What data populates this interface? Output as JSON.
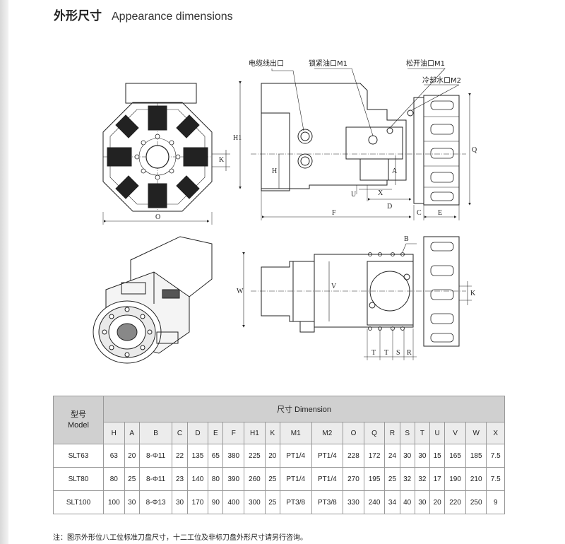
{
  "header": {
    "title_cn": "外形尺寸",
    "title_en": "Appearance dimensions"
  },
  "callouts": {
    "cable_outlet": "电缆线出口",
    "lock_oil": "锁紧油口M1",
    "unlock_oil": "松开油口M1",
    "coolant": "冷却水口M2"
  },
  "dim_labels": {
    "H1": "H1",
    "K": "K",
    "O": "O",
    "H": "H",
    "A": "A",
    "U": "U",
    "X": "X",
    "D": "D",
    "F": "F",
    "C": "C",
    "E": "E",
    "Q": "Q",
    "B": "B",
    "W": "W",
    "V": "V",
    "T1": "T",
    "T2": "T",
    "S": "S",
    "R": "R",
    "K2": "K"
  },
  "table": {
    "model_header_cn": "型号",
    "model_header_en": "Model",
    "dim_header": "尺寸 Dimension",
    "columns": [
      "H",
      "A",
      "B",
      "C",
      "D",
      "E",
      "F",
      "H1",
      "K",
      "M1",
      "M2",
      "O",
      "Q",
      "R",
      "S",
      "T",
      "U",
      "V",
      "W",
      "X"
    ],
    "rows": [
      {
        "model": "SLT63",
        "values": [
          "63",
          "20",
          "8-Φ11",
          "22",
          "135",
          "65",
          "380",
          "225",
          "20",
          "PT1/4",
          "PT1/4",
          "228",
          "172",
          "24",
          "30",
          "30",
          "15",
          "165",
          "185",
          "7.5"
        ]
      },
      {
        "model": "SLT80",
        "values": [
          "80",
          "25",
          "8-Φ11",
          "23",
          "140",
          "80",
          "390",
          "260",
          "25",
          "PT1/4",
          "PT1/4",
          "270",
          "195",
          "25",
          "32",
          "32",
          "17",
          "190",
          "210",
          "7.5"
        ]
      },
      {
        "model": "SLT100",
        "values": [
          "100",
          "30",
          "8-Φ13",
          "30",
          "170",
          "90",
          "400",
          "300",
          "25",
          "PT3/8",
          "PT3/8",
          "330",
          "240",
          "34",
          "40",
          "30",
          "20",
          "220",
          "250",
          "9"
        ]
      }
    ]
  },
  "note": "注：图示外形位八工位标准刀盘尺寸，十二工位及非标刀盘外形尺寸请另行咨询。"
}
